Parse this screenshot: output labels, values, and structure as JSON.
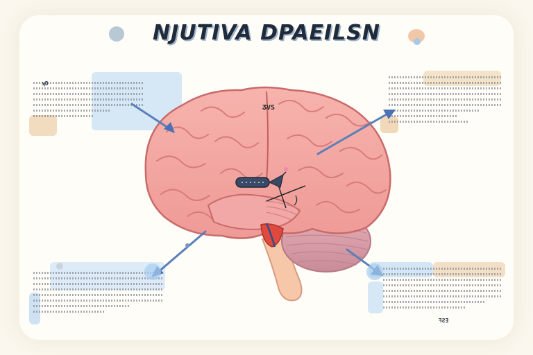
{
  "title": "NJUTIVA DPAEILSN",
  "brain_label": "ƷVS",
  "panels": [
    {
      "id": "top-left",
      "tag": "ʞD"
    },
    {
      "id": "top-right",
      "tag": ""
    },
    {
      "id": "bottom-left",
      "tag": ""
    },
    {
      "id": "bottom-right",
      "tag": "ꟻƧƎ"
    }
  ],
  "colors": {
    "brain": "#f4a4a0",
    "cerebellum": "#d9a0a8",
    "arrow": "#5a7fb8",
    "panel_blue": "#cfe4f5",
    "panel_peach": "#f3e0c8",
    "title": "#1f2a3a"
  }
}
